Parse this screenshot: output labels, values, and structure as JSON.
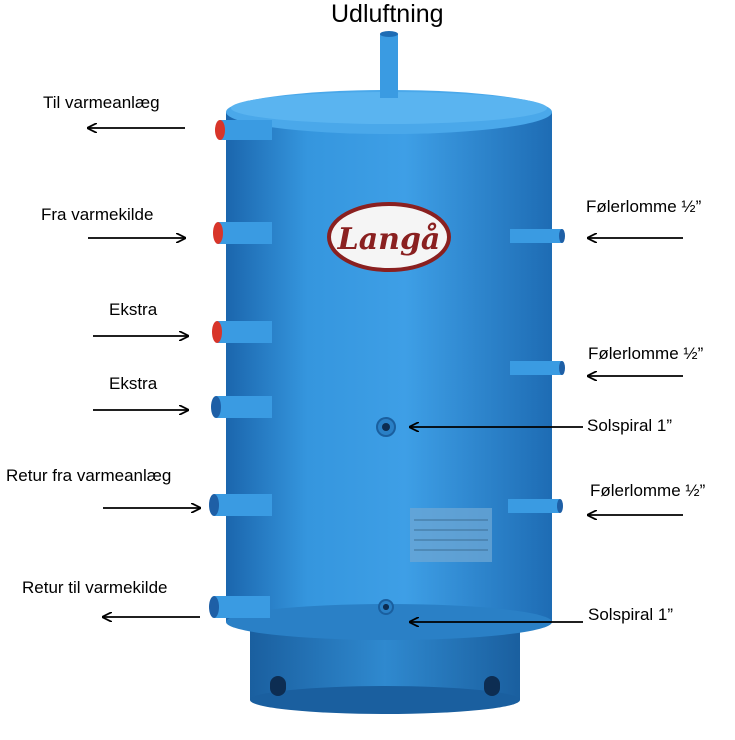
{
  "colors": {
    "tank_body": "#2f8fd8",
    "tank_dark": "#1f6fb8",
    "tank_highlight": "#63b5ee",
    "hot_pipe_inner": "#d8352a",
    "cold_pipe_inner": "#1e5fa6",
    "logo_border": "#8a2020",
    "logo_fill": "#f5f5f5",
    "arrow": "#000000"
  },
  "title": "Udluftning",
  "logo": {
    "text": "Langå"
  },
  "labels": {
    "til_varmeanlaeg": "Til varmeanlæg",
    "fra_varmekilde": "Fra varmekilde",
    "ekstra_1": "Ekstra",
    "ekstra_2": "Ekstra",
    "retur_fra_varmeanlaeg": "Retur fra varmeanlæg",
    "retur_til_varmekilde": "Retur til varmekilde",
    "folerlomme_1": "Følerlomme ½”",
    "folerlomme_2": "Følerlomme ½”",
    "folerlomme_3": "Følerlomme ½”",
    "solspiral_1": "Solspiral 1”",
    "solspiral_2": "Solspiral 1”"
  }
}
